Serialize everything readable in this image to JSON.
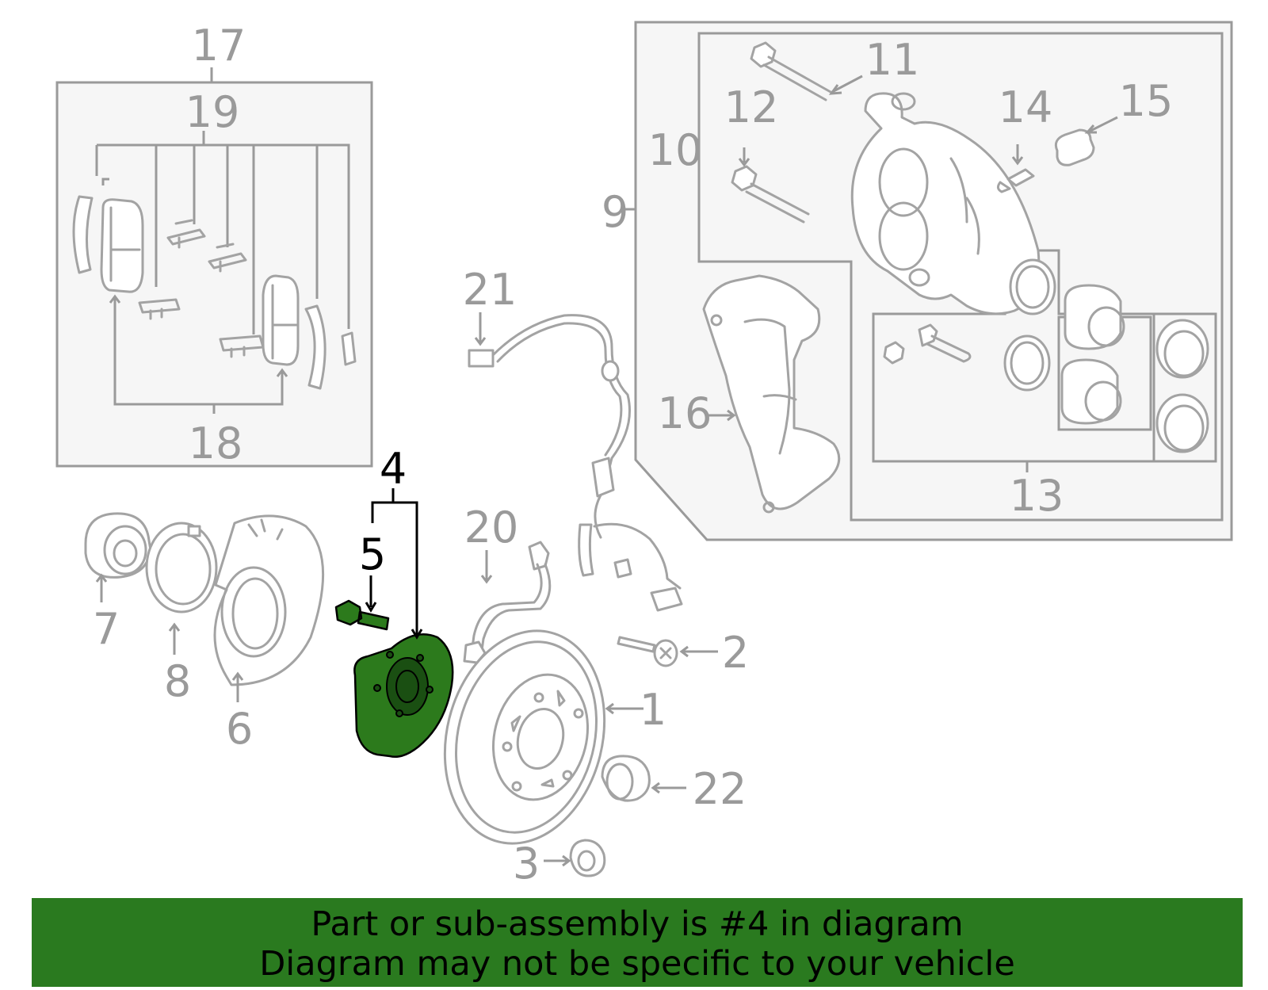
{
  "callouts": {
    "c1": "1",
    "c2": "2",
    "c3": "3",
    "c4": "4",
    "c5": "5",
    "c6": "6",
    "c7": "7",
    "c8": "8",
    "c9": "9",
    "c10": "10",
    "c11": "11",
    "c12": "12",
    "c13": "13",
    "c14": "14",
    "c15": "15",
    "c16": "16",
    "c17": "17",
    "c18": "18",
    "c19": "19",
    "c20": "20",
    "c21": "21",
    "c22": "22"
  },
  "highlighted_part": "4",
  "colors": {
    "highlight": "#2c7a1c",
    "banner_background": "#2a7a1f",
    "line_art": "#a3a3a3",
    "box_fill": "#f6f6f6"
  },
  "banner": {
    "line1": "Part or sub-assembly is #4 in diagram",
    "line2": "Diagram may not be specific to your vehicle"
  }
}
